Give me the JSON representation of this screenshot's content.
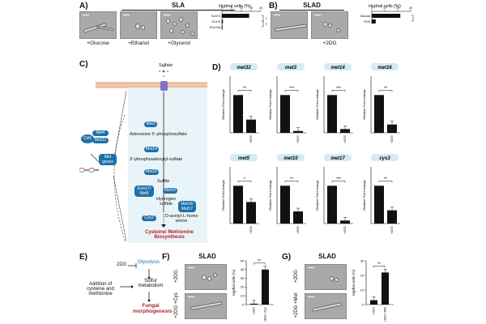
{
  "panels": {
    "A": {
      "label": "A)",
      "title": "SLA",
      "captions": [
        "+Glucose",
        "+Ethanol",
        "+Glycerol"
      ],
      "chart_ylabel": "Hyphal cells (%)"
    },
    "B": {
      "label": "B)",
      "title": "SLAD",
      "captions": [
        "+2DG"
      ],
      "chart_ylabel": "Hyphal cells (%)"
    },
    "C": {
      "label": "C)",
      "sulfate": "Sulfate",
      "steps": [
        "Adenosine 5'-phosphosulfate",
        "3'-phosphoadenylyl-sulfate",
        "Sulfite",
        "Hydrogen sulfide",
        "O-acetyl-L-homo serine"
      ],
      "enzymes": [
        "Met3",
        "Met14",
        "Met16",
        "Ecm17/ Met5",
        "Met10",
        "Met15/ Met17",
        "Cys3"
      ],
      "regulators": [
        "Cbf1",
        "Met4",
        "Met32"
      ],
      "genes_label": "Met genes",
      "footer": "Cysteine/ Methionine Biosynthesis"
    },
    "D": {
      "label": "D)",
      "ylabel": "Relative Fold change",
      "xlabel": "+2DG"
    },
    "E": {
      "label": "E)",
      "left_text": "Addition of cysteine and methionine",
      "two_dg": "2DG",
      "glycolysis": "Glycolysis",
      "sulfur": "Sulfur metabolism",
      "fungal": "Fungal morphogenesis"
    },
    "F": {
      "label": "F)",
      "title": "SLAD",
      "row_labels": [
        "+2DG",
        "+2DG +Cys"
      ],
      "chart_ylabel": "Hyphal cells (%)",
      "sig": "**"
    },
    "G": {
      "label": "G)",
      "title": "SLAD",
      "row_labels": [
        "+2DG",
        "+2DG +Met"
      ],
      "chart_ylabel": "Hyphal cells (%)",
      "sig": "**"
    }
  },
  "colors": {
    "accent_blue": "#1f6fa8",
    "red": "#b5202a",
    "light_blue_bg": "#e9f4f9",
    "gene_pill": "#d3ecf2"
  },
  "chart_data": [
    {
      "id": "A",
      "type": "bar",
      "orientation": "horizontal",
      "categories": [
        "SLA+G",
        "SLA+E",
        "SLA+Gly"
      ],
      "values": [
        14,
        0.5,
        0.3
      ],
      "xlabel": "Hyphal cells (%)",
      "xlim": [
        0,
        20
      ],
      "xticks": [
        0,
        5,
        10,
        15,
        20
      ],
      "significance": [
        "**",
        "**"
      ]
    },
    {
      "id": "B",
      "type": "bar",
      "orientation": "horizontal",
      "categories": [
        "Glucose",
        "+2DG"
      ],
      "values": [
        22,
        3
      ],
      "xlabel": "Hyphal cells (%)",
      "xlim": [
        0,
        30
      ],
      "xticks": [
        0,
        10,
        20,
        30
      ],
      "significance": [
        "**"
      ]
    },
    {
      "id": "D",
      "type": "bar",
      "ylabel": "Relative Fold change",
      "ylim": [
        0,
        1.5
      ],
      "groups": [
        {
          "gene": "met32",
          "categories": [
            "",
            "+2DG"
          ],
          "values": [
            1.0,
            0.35
          ],
          "sig": "**"
        },
        {
          "gene": "met3",
          "categories": [
            "",
            "+2DG"
          ],
          "values": [
            1.0,
            0.05
          ],
          "sig": "***"
        },
        {
          "gene": "met14",
          "categories": [
            "",
            "+2DG"
          ],
          "values": [
            1.0,
            0.1
          ],
          "sig": "***"
        },
        {
          "gene": "met16",
          "categories": [
            "",
            "+2DG"
          ],
          "values": [
            1.0,
            0.22
          ],
          "sig": "**"
        },
        {
          "gene": "met5",
          "categories": [
            "",
            "+2DG"
          ],
          "values": [
            1.0,
            0.57
          ],
          "sig": "*"
        },
        {
          "gene": "met10",
          "categories": [
            "",
            "+2DG"
          ],
          "values": [
            1.0,
            0.32
          ],
          "sig": "**"
        },
        {
          "gene": "met17",
          "categories": [
            "",
            "+2DG"
          ],
          "values": [
            1.0,
            0.08
          ],
          "sig": "***"
        },
        {
          "gene": "cys3",
          "categories": [
            "",
            "+2DG"
          ],
          "values": [
            1.0,
            0.35
          ],
          "sig": "**"
        }
      ]
    },
    {
      "id": "F",
      "type": "bar",
      "categories": [
        "+2DG",
        "+2DG +Cys"
      ],
      "values": [
        1,
        40
      ],
      "ylabel": "Hyphal cells (%)",
      "ylim": [
        0,
        50
      ],
      "yticks": [
        0,
        10,
        20,
        30,
        40,
        50
      ],
      "sig": "**"
    },
    {
      "id": "G",
      "type": "bar",
      "categories": [
        "+2DG",
        "+2DG +Met"
      ],
      "values": [
        3,
        22
      ],
      "ylabel": "Hyphal cells (%)",
      "ylim": [
        0,
        30
      ],
      "yticks": [
        0,
        10,
        20,
        30
      ],
      "sig": "**"
    }
  ]
}
